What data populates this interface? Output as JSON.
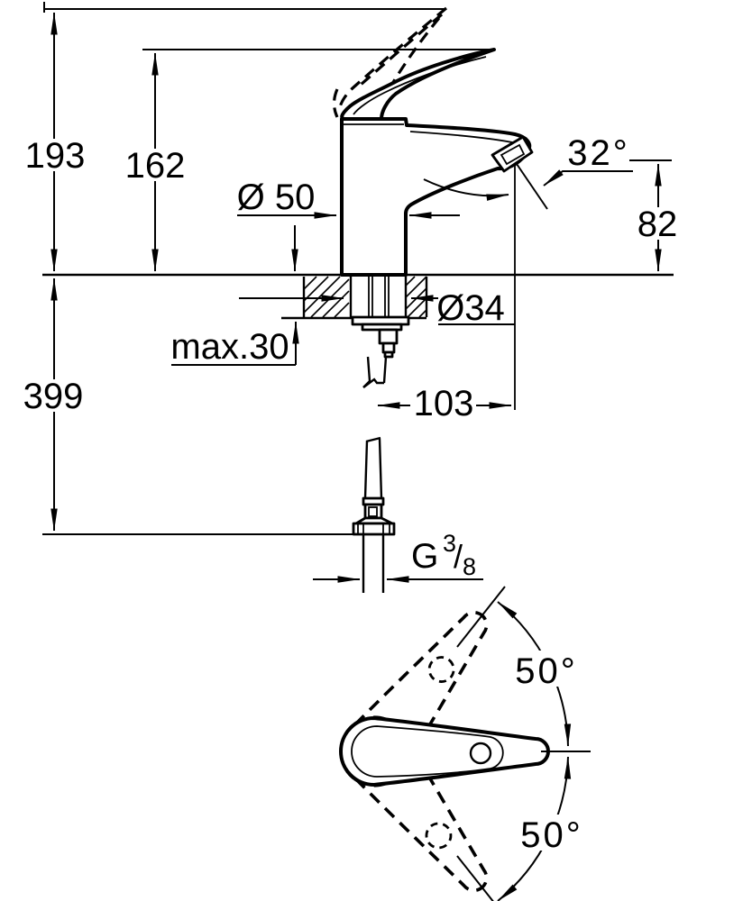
{
  "colors": {
    "ink": "#000000",
    "paper": "#ffffff"
  },
  "labels": {
    "overall_height": "193",
    "lever_top_height": "162",
    "base_diameter": "Ø 50",
    "stream_angle": "32°",
    "outlet_height": "82",
    "below_counter_length": "399",
    "counter_max_thickness": "max.30",
    "shank_diameter": "Ø34",
    "spout_reach": "103",
    "handle_swing_upper": "50°",
    "handle_swing_lower": "50°",
    "thread": {
      "prefix": "G",
      "numerator": "3",
      "slash": "/",
      "denominator": "8"
    }
  }
}
